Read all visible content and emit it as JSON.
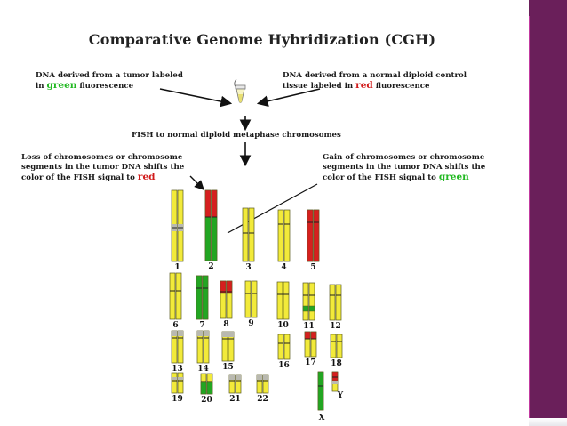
{
  "title": "Comparative Genome Hybridization (CGH)",
  "notes": {
    "tumor_line1": "DNA derived from a tumor labeled",
    "tumor_line2_pre": "in ",
    "tumor_line2_color": "green",
    "tumor_line2_post": " fluorescence",
    "normal_line1": "DNA derived from a normal diploid control",
    "normal_line2_pre": "tissue labeled in ",
    "normal_line2_color": "red",
    "normal_line2_post": " fluorescence",
    "fish": "FISH to normal diploid metaphase chromosomes",
    "loss_line1": "Loss of chromosomes or chromosome",
    "loss_line2": "segments in the tumor DNA shifts the",
    "loss_line3_pre": "color of the FISH signal to ",
    "loss_line3_color": "red",
    "gain_line1": "Gain of chromosomes or chromosome",
    "gain_line2": "segments in the tumor DNA shifts the",
    "gain_line3_pre": "color of the FISH signal to ",
    "gain_line3_color": "green"
  },
  "colors": {
    "chromosome": "#f2ea3a",
    "loss": "#d61f1f",
    "gain": "#22a622",
    "outline": "#5a5a20",
    "sidebar_dark": "#6a1f5a",
    "sidebar_light": "#c13aa0"
  },
  "chromosome_labels": [
    "1",
    "2",
    "3",
    "4",
    "5",
    "6",
    "7",
    "8",
    "9",
    "10",
    "11",
    "12",
    "13",
    "14",
    "15",
    "16",
    "17",
    "18",
    "19",
    "20",
    "21",
    "22",
    "X",
    "Y"
  ]
}
